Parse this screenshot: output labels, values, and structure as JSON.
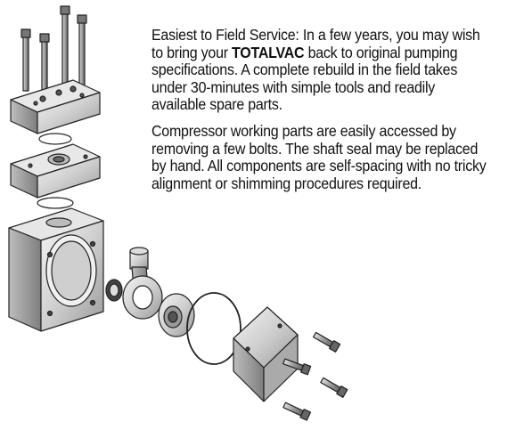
{
  "paragraphs": {
    "p1_before": "Easiest to Field Service: In a few years, you may wish to bring your ",
    "p1_brand": "TOTALVAC",
    "p1_after": " back to original pumping specifications. A complete rebuild in the field takes under 30-minutes with simple tools and readily available spare parts.",
    "p2": "Compressor working parts are easily accessed by removing a few bolts. The shaft seal may be replaced by hand. All components are self-spacing with no tricky alignment or shimming procedures required."
  },
  "illustration": {
    "icon": "exploded-compressor-diagram"
  }
}
